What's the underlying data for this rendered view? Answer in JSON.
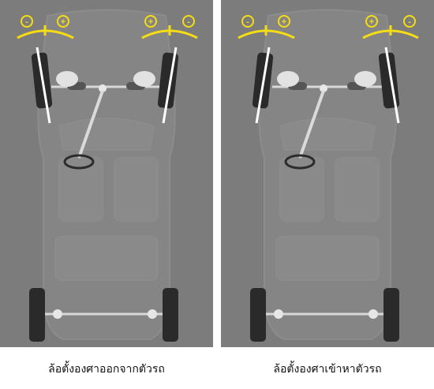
{
  "panels": [
    {
      "id": "toe-out",
      "caption": "ล้อตั้งองศาออกจากตัวรถ"
    },
    {
      "id": "toe-in",
      "caption": "ล้อตั้งองศาเข้าหาตัวรถ"
    }
  ],
  "gauge": {
    "minus_symbol": "-",
    "plus_symbol": "+"
  },
  "colors": {
    "background": "#7c7c7c",
    "gauge_accent": "#f5dc14",
    "tire": "#2a2a2a",
    "steering_part": "#e2e2e2",
    "caption_text": "#111111"
  },
  "icons": [
    "minus-circle-icon",
    "plus-circle-icon"
  ]
}
